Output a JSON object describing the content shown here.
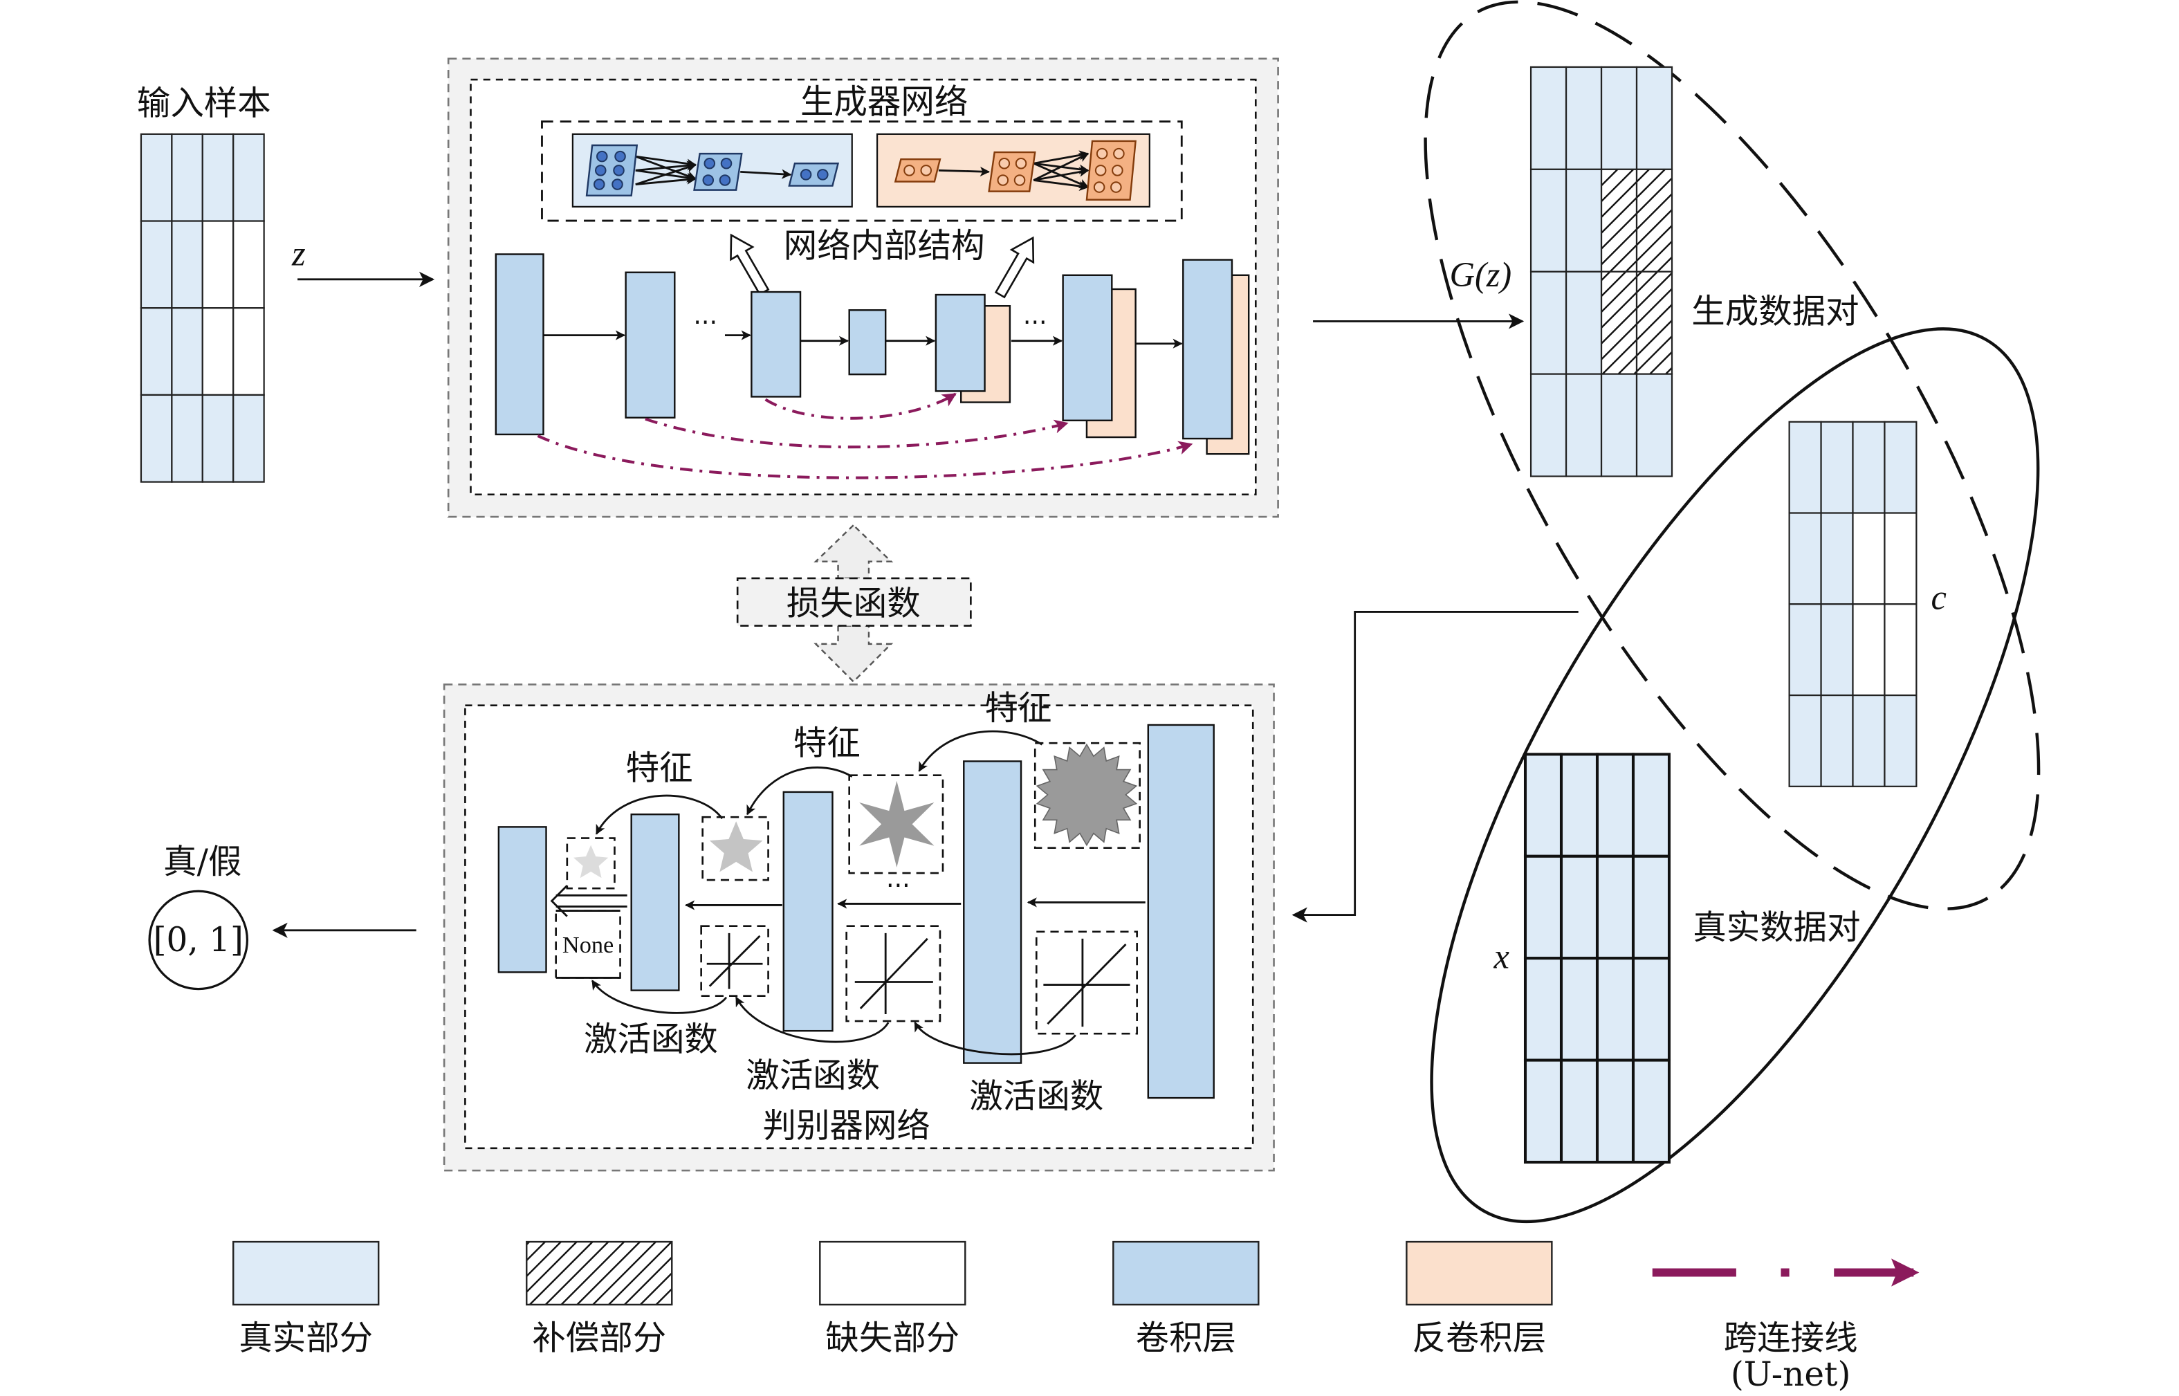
{
  "input_sample": {
    "label": "输入样本",
    "cells": [
      [
        0,
        0,
        0,
        0
      ],
      [
        0,
        0,
        2,
        2
      ],
      [
        0,
        0,
        2,
        2
      ],
      [
        0,
        0,
        0,
        0
      ]
    ]
  },
  "noise": {
    "label": "z"
  },
  "generator": {
    "title": "生成器网络",
    "inner_structure_label": "网络内部结构",
    "ellipsis": [
      "···",
      "···"
    ]
  },
  "generated_pair": {
    "output_label": "G(z)",
    "label": "生成数据对",
    "cells": [
      [
        0,
        0,
        0,
        0
      ],
      [
        0,
        0,
        1,
        1
      ],
      [
        0,
        0,
        1,
        1
      ],
      [
        0,
        0,
        0,
        0
      ]
    ]
  },
  "condition": {
    "label": "c",
    "cells": [
      [
        0,
        0,
        0,
        0
      ],
      [
        0,
        0,
        2,
        2
      ],
      [
        0,
        0,
        2,
        2
      ],
      [
        0,
        0,
        0,
        0
      ]
    ]
  },
  "real_pair": {
    "label": "真实数据对",
    "sample_label": "x",
    "cells": [
      [
        0,
        0,
        0,
        0
      ],
      [
        0,
        0,
        0,
        0
      ],
      [
        0,
        0,
        0,
        0
      ],
      [
        0,
        0,
        0,
        0
      ]
    ]
  },
  "loss": {
    "label": "损失函数"
  },
  "discriminator": {
    "title": "判别器网络",
    "feature_labels": [
      "特征",
      "特征",
      "特征"
    ],
    "activation_labels": [
      "激活函数",
      "激活函数",
      "激活函数"
    ],
    "none_label": "None",
    "ellipsis": "···"
  },
  "output": {
    "label": "真/假",
    "range": "[0, 1]"
  },
  "legend": [
    {
      "label": "真实部分"
    },
    {
      "label": "补偿部分"
    },
    {
      "label": "缺失部分"
    },
    {
      "label": "卷积层"
    },
    {
      "label": "反卷积层"
    },
    {
      "label": "跨连接线",
      "note": "(U-net)"
    }
  ],
  "colors": {
    "real": "#deebf7",
    "missing": "#ffffff",
    "conv": "#bdd7ee",
    "deconv": "#fbe0cc",
    "skip": "#8b1a5c",
    "frame": "#f2f2f2",
    "enc_panel": "#deebf7",
    "dec_panel": "#fbe3d1",
    "enc_shape": "#9dc3e6",
    "enc_dot": "#4472c4",
    "dec_shape": "#f4b183",
    "dec_dot": "#f8cbad",
    "star_light": "#dcdcdc",
    "star_mid": "#c4c4c4",
    "star_dark": "#9a9a9a"
  }
}
